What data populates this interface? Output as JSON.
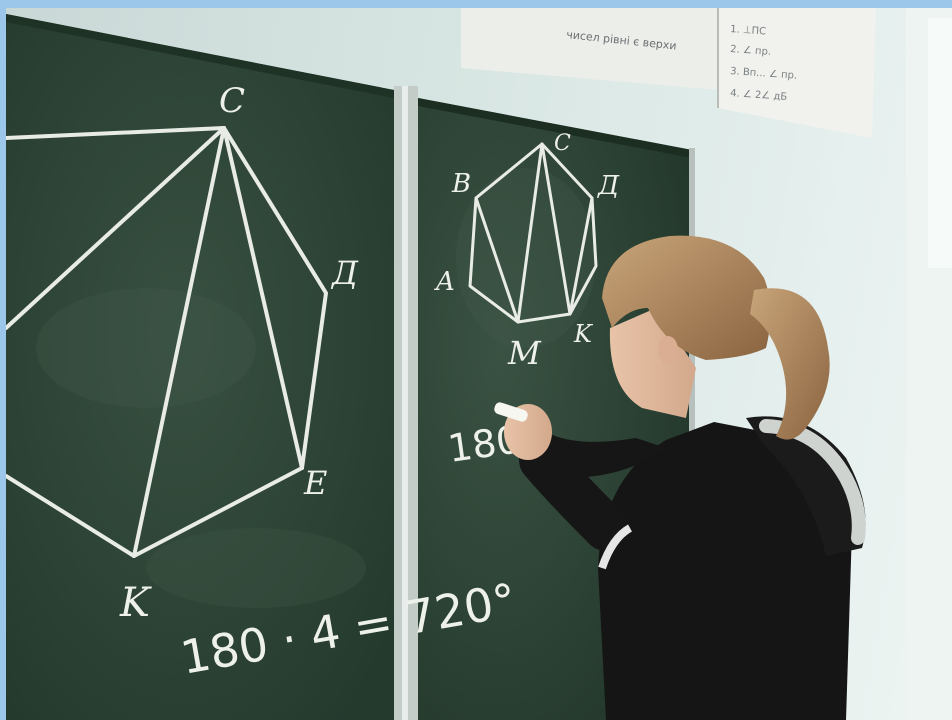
{
  "photo": {
    "subject": "Student writing on a chalkboard",
    "colors": {
      "frame": "#9cc6ea",
      "board": "#2f4637",
      "board_dark": "#243a2d",
      "wall": "#d8e6e3",
      "chalk": "#e9ece6",
      "hoodie": "#161616",
      "hair": "#b08a5e"
    }
  },
  "left_board": {
    "vertex_labels": [
      "C",
      "Д",
      "E",
      "K"
    ],
    "equation": "180 · 4 = 720°"
  },
  "right_board": {
    "vertex_labels": [
      "C",
      "B",
      "Д",
      "A",
      "M",
      "K"
    ],
    "partial_text": "180"
  },
  "posters": {
    "left_text": "чисел рівні є верхи",
    "right_lines": [
      "1. ⊥ПС",
      "2. ∠ пр.",
      "3. Вп... ∠ пр.",
      "4. ∠ 2∠ дБ"
    ]
  }
}
